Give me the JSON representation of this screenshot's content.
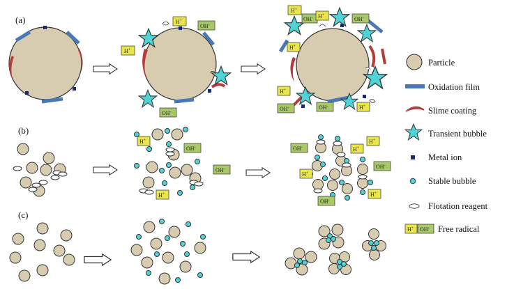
{
  "panels": {
    "a": "(a)",
    "b": "(b)",
    "c": "(c)"
  },
  "legend": {
    "particle": "Particle",
    "oxidation_film": "Oxidation film",
    "slime_coating": "Slime coating",
    "transient_bubble": "Transient bubble",
    "metal_ion": "Metal ion",
    "stable_bubble": "Stable bubble",
    "flotation_reagent": "Flotation reagent",
    "free_radical": "Free radical"
  },
  "radicals": {
    "h_base": "H",
    "h_sup": "+",
    "oh_base": "OH",
    "oh_sup": "-"
  },
  "colors": {
    "particle_fill": "#d7ccb0",
    "particle_stroke": "#333333",
    "oxidation_film": "#4878b8",
    "slime_coating": "#b53a3a",
    "bubble": "#4fd3d6",
    "metal_ion": "#1a2a6c",
    "h_box": "#e8e64a",
    "oh_box": "#a8c86a"
  }
}
